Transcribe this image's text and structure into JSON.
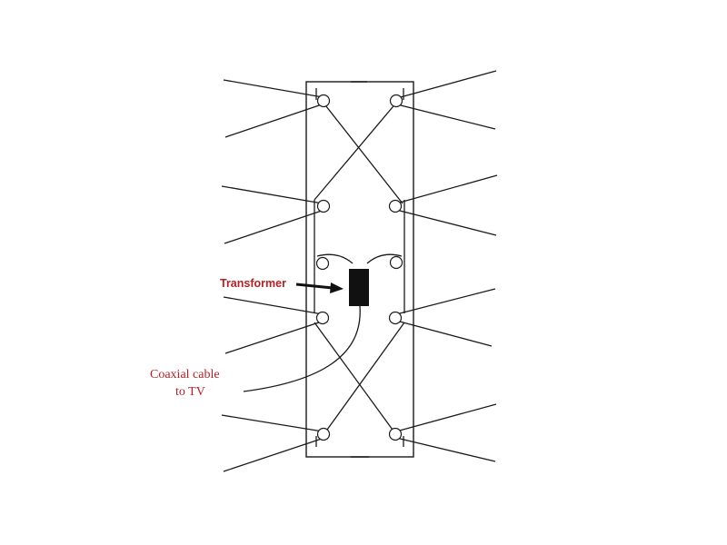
{
  "labels": {
    "transformer": "Transformer",
    "coax_line1": "Coaxial cable",
    "coax_line2": "to TV"
  },
  "colors": {
    "label": "#b52025",
    "line": "#1a1a1a",
    "transformer_body": "#111111"
  }
}
